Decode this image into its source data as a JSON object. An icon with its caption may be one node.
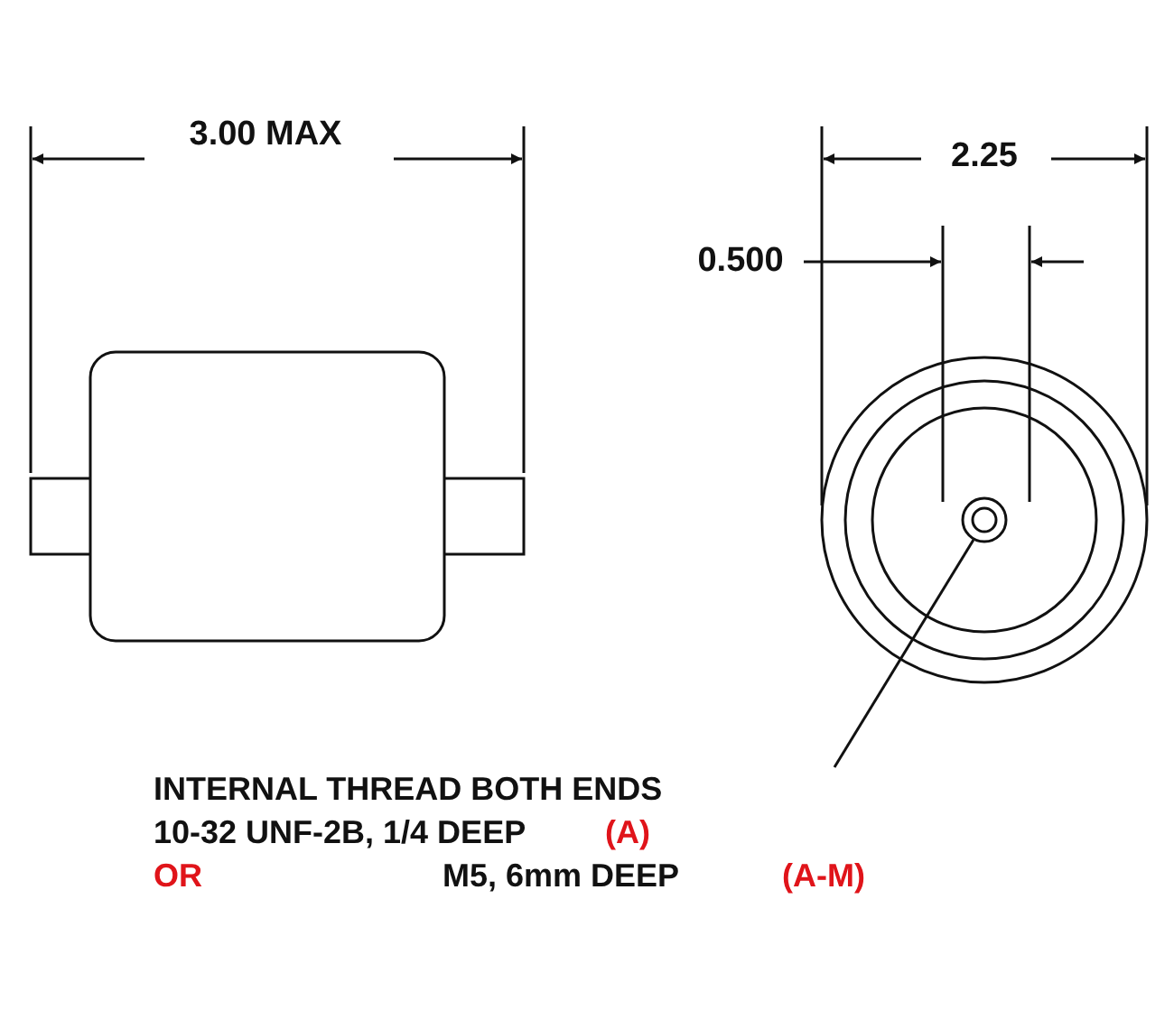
{
  "diagram": {
    "nodes": [
      {
        "text": [
          "INTERNAL THREAD BOTH ENDS",
          "10-32 UNF-2B, 1/4 DEEP",
          "(A)",
          "OR",
          "M5, 6mm DEEP",
          "(A-M)"
        ]
      },
      {
        "text": [],
        "shape": "circle"
      }
    ],
    "edges": [
      {
        "from": 0,
        "to": 1,
        "arrow": "none"
      }
    ],
    "labels": [
      "3.00 MAX",
      "2.25",
      "0.500"
    ]
  }
}
